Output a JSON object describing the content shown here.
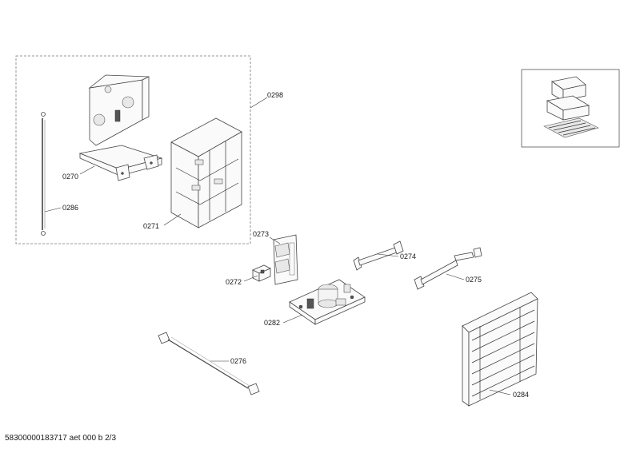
{
  "parts": {
    "p0298": "0298",
    "p0270": "0270",
    "p0286": "0286",
    "p0271": "0271",
    "p0273": "0273",
    "p0272": "0272",
    "p0274": "0274",
    "p0275": "0275",
    "p0282": "0282",
    "p0276": "0276",
    "p0284": "0284"
  },
  "footer": {
    "doc_id": "58300000183717 aet 000 b 2/3"
  }
}
